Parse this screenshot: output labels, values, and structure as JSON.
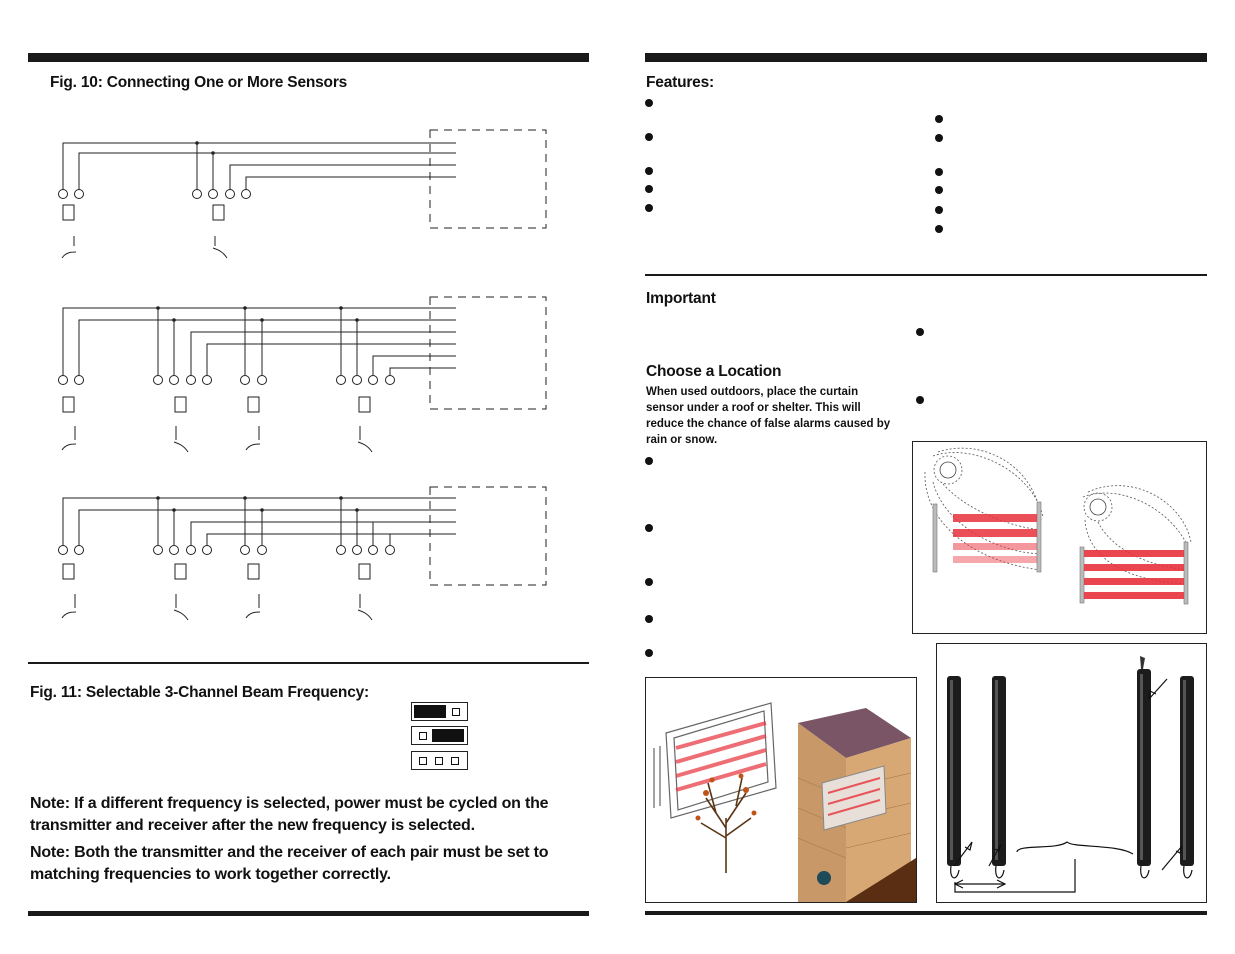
{
  "left": {
    "fig10_title": "Fig. 10: Connecting One or More Sensors",
    "fig11_title": "Fig. 11: Selectable 3-Channel Beam Frequency:",
    "note1": "Note: If a different frequency is selected, power must be cycled on the transmitter and receiver after the new frequency is selected.",
    "note2": "Note: Both the transmitter and the receiver of each pair must be set to matching frequencies to work together correctly."
  },
  "right": {
    "features_title": "Features:",
    "important_title": "Important",
    "location_title": "Choose a Location",
    "location_text": "When used outdoors, place the curtain sensor under a roof or shelter.  This will reduce the chance of false alarms caused by rain or snow."
  },
  "colors": {
    "rule": "#1a1a1a",
    "beam": "#e8323c"
  },
  "icons": [
    "bullet-dot",
    "sun-icon",
    "tree-icon"
  ]
}
